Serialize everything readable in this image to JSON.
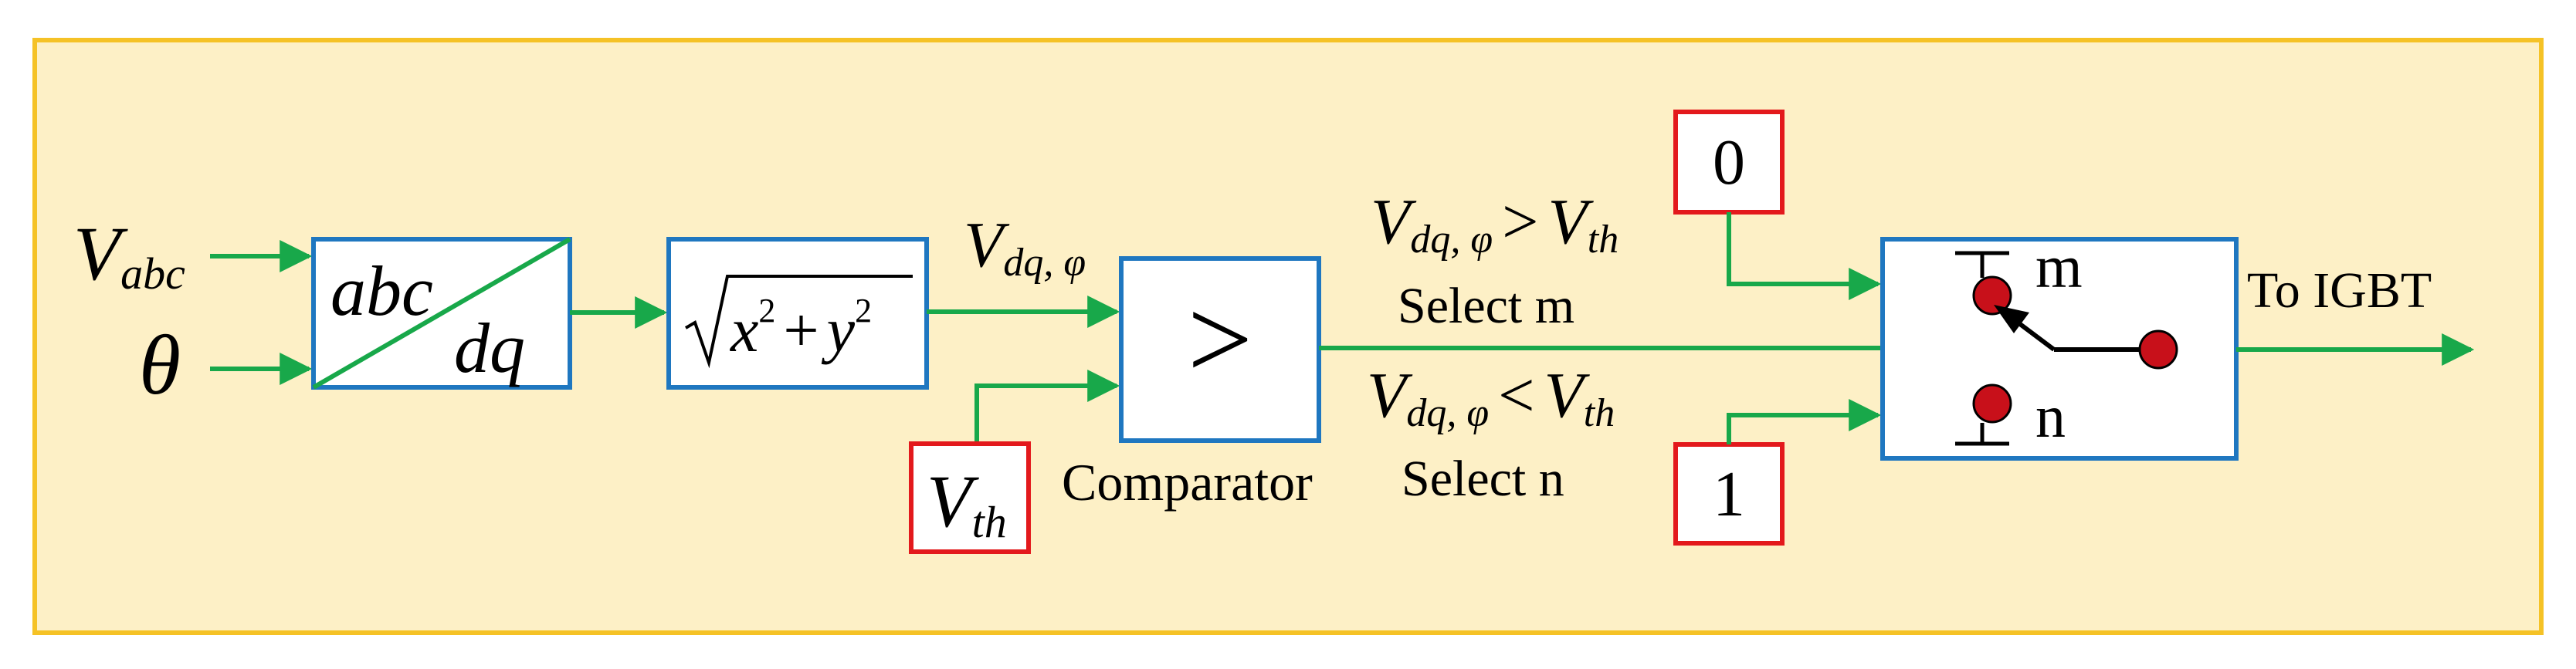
{
  "colors": {
    "panel_fill": "#fdf0c6",
    "panel_border": "#f5c226",
    "block_border": "#1f77c0",
    "const_border": "#e3191c",
    "signal": "#18a84a",
    "switch_dot": "#c8101a",
    "black": "#000000"
  },
  "inputs": {
    "vabc": {
      "main": "V",
      "sub": "abc"
    },
    "theta": "θ"
  },
  "transform_block": {
    "top": "abc",
    "bottom": "dq"
  },
  "magnitude_block": {
    "sqrt": "√",
    "x": "x",
    "y": "y",
    "plus": "+",
    "exp": "2"
  },
  "signal_vdq": {
    "main": "V",
    "sub": "dq, φ"
  },
  "threshold": {
    "main": "V",
    "sub": "th"
  },
  "comparator": {
    "symbol": ">",
    "label": "Comparator"
  },
  "conditions": {
    "gt": {
      "v": "V",
      "sub": "dq, φ",
      "op": ">",
      "vth": "V",
      "vth_sub": "th",
      "select": "Select m"
    },
    "lt": {
      "v": "V",
      "sub": "dq, φ",
      "op": "<",
      "vth": "V",
      "vth_sub": "th",
      "select": "Select n"
    }
  },
  "constants": {
    "zero": "0",
    "one": "1"
  },
  "switch": {
    "m": "m",
    "n": "n"
  },
  "output": {
    "label": "To IGBT"
  },
  "icons": {
    "arrow": "arrowhead",
    "switch_contact": "red-dot"
  }
}
